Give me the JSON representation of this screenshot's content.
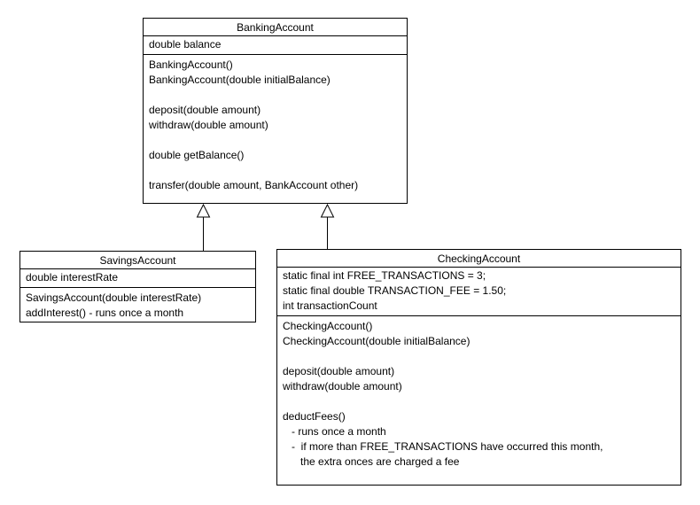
{
  "diagram": {
    "type": "uml-class-diagram",
    "colors": {
      "background": "#ffffff",
      "border": "#000000",
      "text": "#000000"
    },
    "classes": {
      "banking": {
        "title": "BankingAccount",
        "fields": [
          "double balance"
        ],
        "methods": [
          "BankingAccount()",
          "BankingAccount(double initialBalance)",
          "",
          "deposit(double amount)",
          "withdraw(double amount)",
          "",
          "double getBalance()",
          "",
          "transfer(double amount, BankAccount other)"
        ]
      },
      "savings": {
        "title": "SavingsAccount",
        "fields": [
          "double interestRate"
        ],
        "methods": [
          "SavingsAccount(double interestRate)",
          "addInterest() - runs once a month"
        ]
      },
      "checking": {
        "title": "CheckingAccount",
        "fields": [
          "static final int FREE_TRANSACTIONS = 3;",
          "static final double TRANSACTION_FEE = 1.50;",
          "int transactionCount"
        ],
        "methods": [
          "CheckingAccount()",
          "CheckingAccount(double initialBalance)",
          "",
          "deposit(double amount)",
          "withdraw(double amount)",
          "",
          "deductFees()",
          "   - runs once a month",
          "   -  if more than FREE_TRANSACTIONS have occurred this month,",
          "      the extra onces are charged a fee"
        ]
      }
    },
    "relations": [
      {
        "type": "inheritance",
        "from": "SavingsAccount",
        "to": "BankingAccount"
      },
      {
        "type": "inheritance",
        "from": "CheckingAccount",
        "to": "BankingAccount"
      }
    ]
  }
}
